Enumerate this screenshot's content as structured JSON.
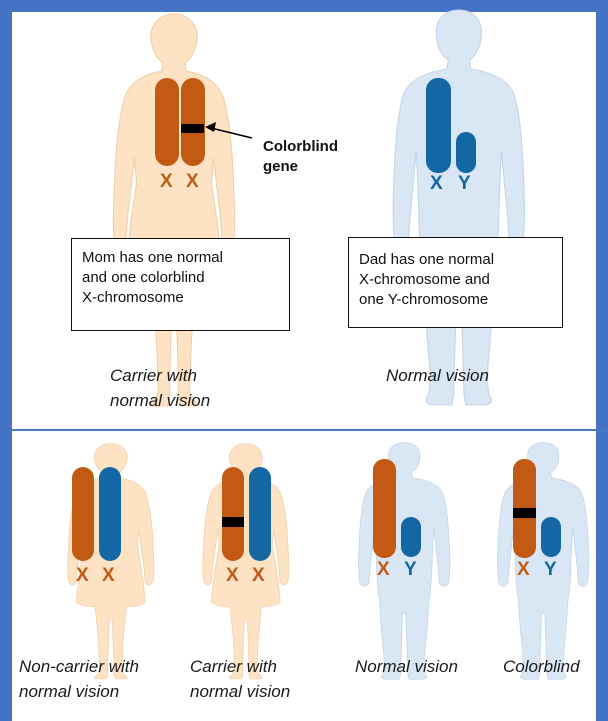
{
  "colors": {
    "frame_border": "#4472c4",
    "female_body": "#fde3c4",
    "male_body": "#d9e6f3",
    "x_chromosome_orange": "#c35a14",
    "chromosome_blue": "#1467a3",
    "gene_marker": "#000000"
  },
  "parents": {
    "mother": {
      "chromosomes": [
        "X",
        "X"
      ],
      "note_lines": [
        "Mom has one normal",
        "and one colorblind",
        "X-chromosome"
      ],
      "caption_lines": [
        "Carrier with",
        "normal vision"
      ]
    },
    "father": {
      "chromosomes": [
        "X",
        "Y"
      ],
      "note_lines": [
        "Dad has one normal",
        "X-chromosome and",
        "one Y-chromosome"
      ],
      "caption_lines": [
        "Normal vision"
      ]
    },
    "gene_label_lines": [
      "Colorblind",
      "gene"
    ]
  },
  "children": [
    {
      "chromosomes": [
        "X",
        "X"
      ],
      "caption_lines": [
        "Non-carrier with",
        "normal vision"
      ]
    },
    {
      "chromosomes": [
        "X",
        "X"
      ],
      "caption_lines": [
        "Carrier with",
        "normal vision"
      ]
    },
    {
      "chromosomes": [
        "X",
        "Y"
      ],
      "caption_lines": [
        "Normal vision"
      ]
    },
    {
      "chromosomes": [
        "X",
        "Y"
      ],
      "caption_lines": [
        "Colorblind"
      ]
    }
  ]
}
